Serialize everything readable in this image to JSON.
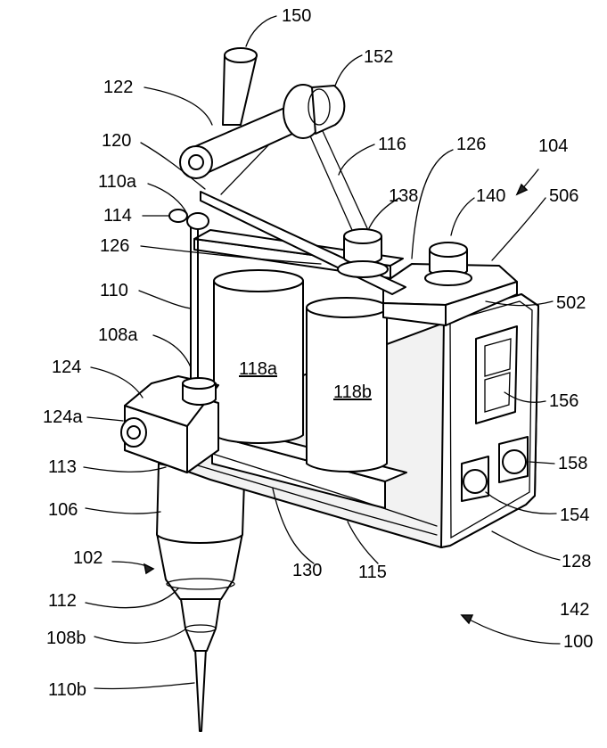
{
  "labels": {
    "l150": "150",
    "l152": "152",
    "l122": "122",
    "l120": "120",
    "l116": "116",
    "l126_top": "126",
    "l104": "104",
    "l110a": "110a",
    "l138": "138",
    "l140": "140",
    "l506": "506",
    "l114": "114",
    "l126_left": "126",
    "l502": "502",
    "l110": "110",
    "l108a": "108a",
    "l118a": "118a",
    "l118b": "118b",
    "l124": "124",
    "l156": "156",
    "l124a": "124a",
    "l113": "113",
    "l158": "158",
    "l106": "106",
    "l154": "154",
    "l102": "102",
    "l128": "128",
    "l130": "130",
    "l115": "115",
    "l112": "112",
    "l142": "142",
    "l108b": "108b",
    "l100": "100",
    "l110b": "110b"
  }
}
